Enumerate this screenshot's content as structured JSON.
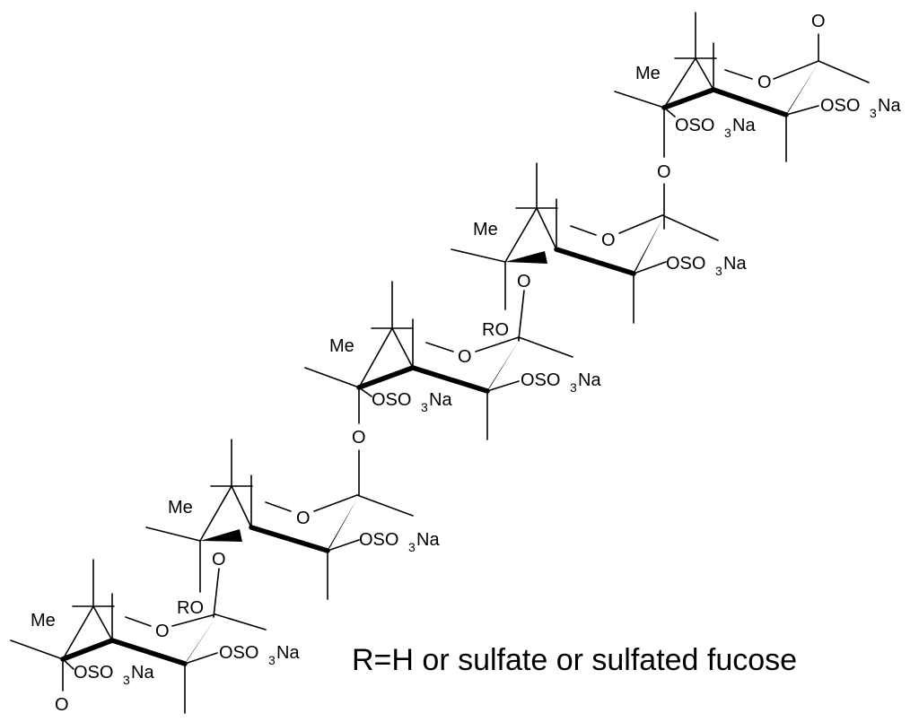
{
  "labels": {
    "me": "Me",
    "o": "O",
    "ro": "RO",
    "oso": "OSO",
    "three": "3",
    "na": "Na"
  },
  "legend": "R=H or sulfate or sulfated fucose"
}
